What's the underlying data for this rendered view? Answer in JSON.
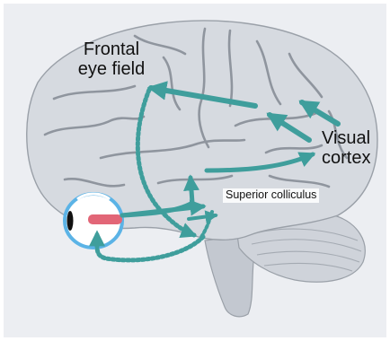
{
  "labels": {
    "frontal_eye_field": [
      "Frontal",
      "eye field"
    ],
    "visual_cortex": [
      "Visual",
      "cortex"
    ],
    "superior_colliculus": "Superior colliculus"
  },
  "colors": {
    "background": "#ffffff",
    "frame": "#eceef2",
    "brain": "#d6dae0",
    "sulci": "#8f959e",
    "brainstem": "#c3c8d0",
    "eye_white": "#ffffff",
    "eye_sclera_band": "#5bb3e6",
    "pupil": "#111111",
    "optic_nerve_bar": "#e26677",
    "pathway": "#3f9e9c"
  },
  "icons": {
    "eye": "eye-icon",
    "arrowhead": "arrowhead-icon"
  }
}
